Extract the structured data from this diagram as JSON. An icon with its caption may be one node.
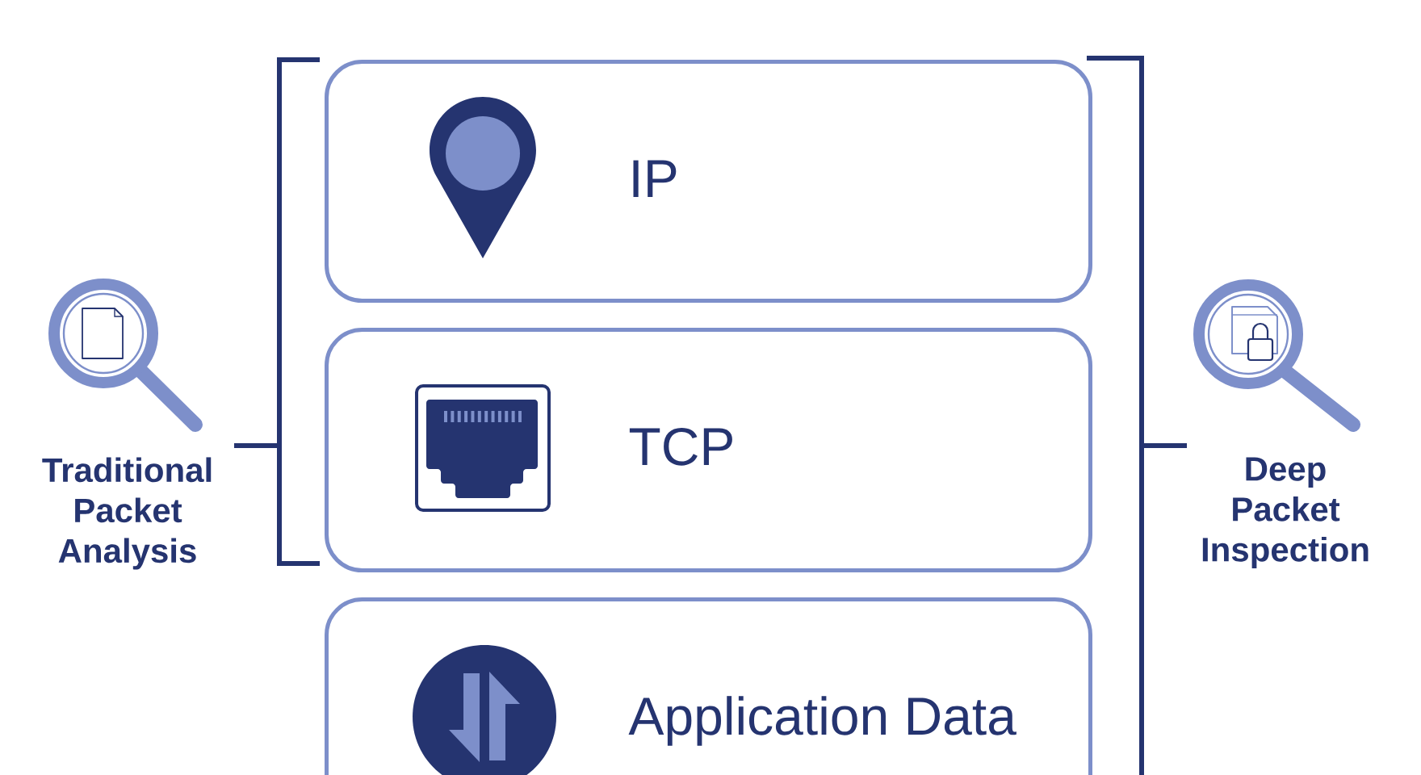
{
  "diagram": {
    "nodes": [
      {
        "text": [
          "IP"
        ]
      },
      {
        "text": [
          "TCP"
        ]
      },
      {
        "text": [
          "Application Data"
        ]
      }
    ],
    "labels": [
      "Traditional Packet Analysis",
      "Deep Packet Inspection"
    ]
  }
}
